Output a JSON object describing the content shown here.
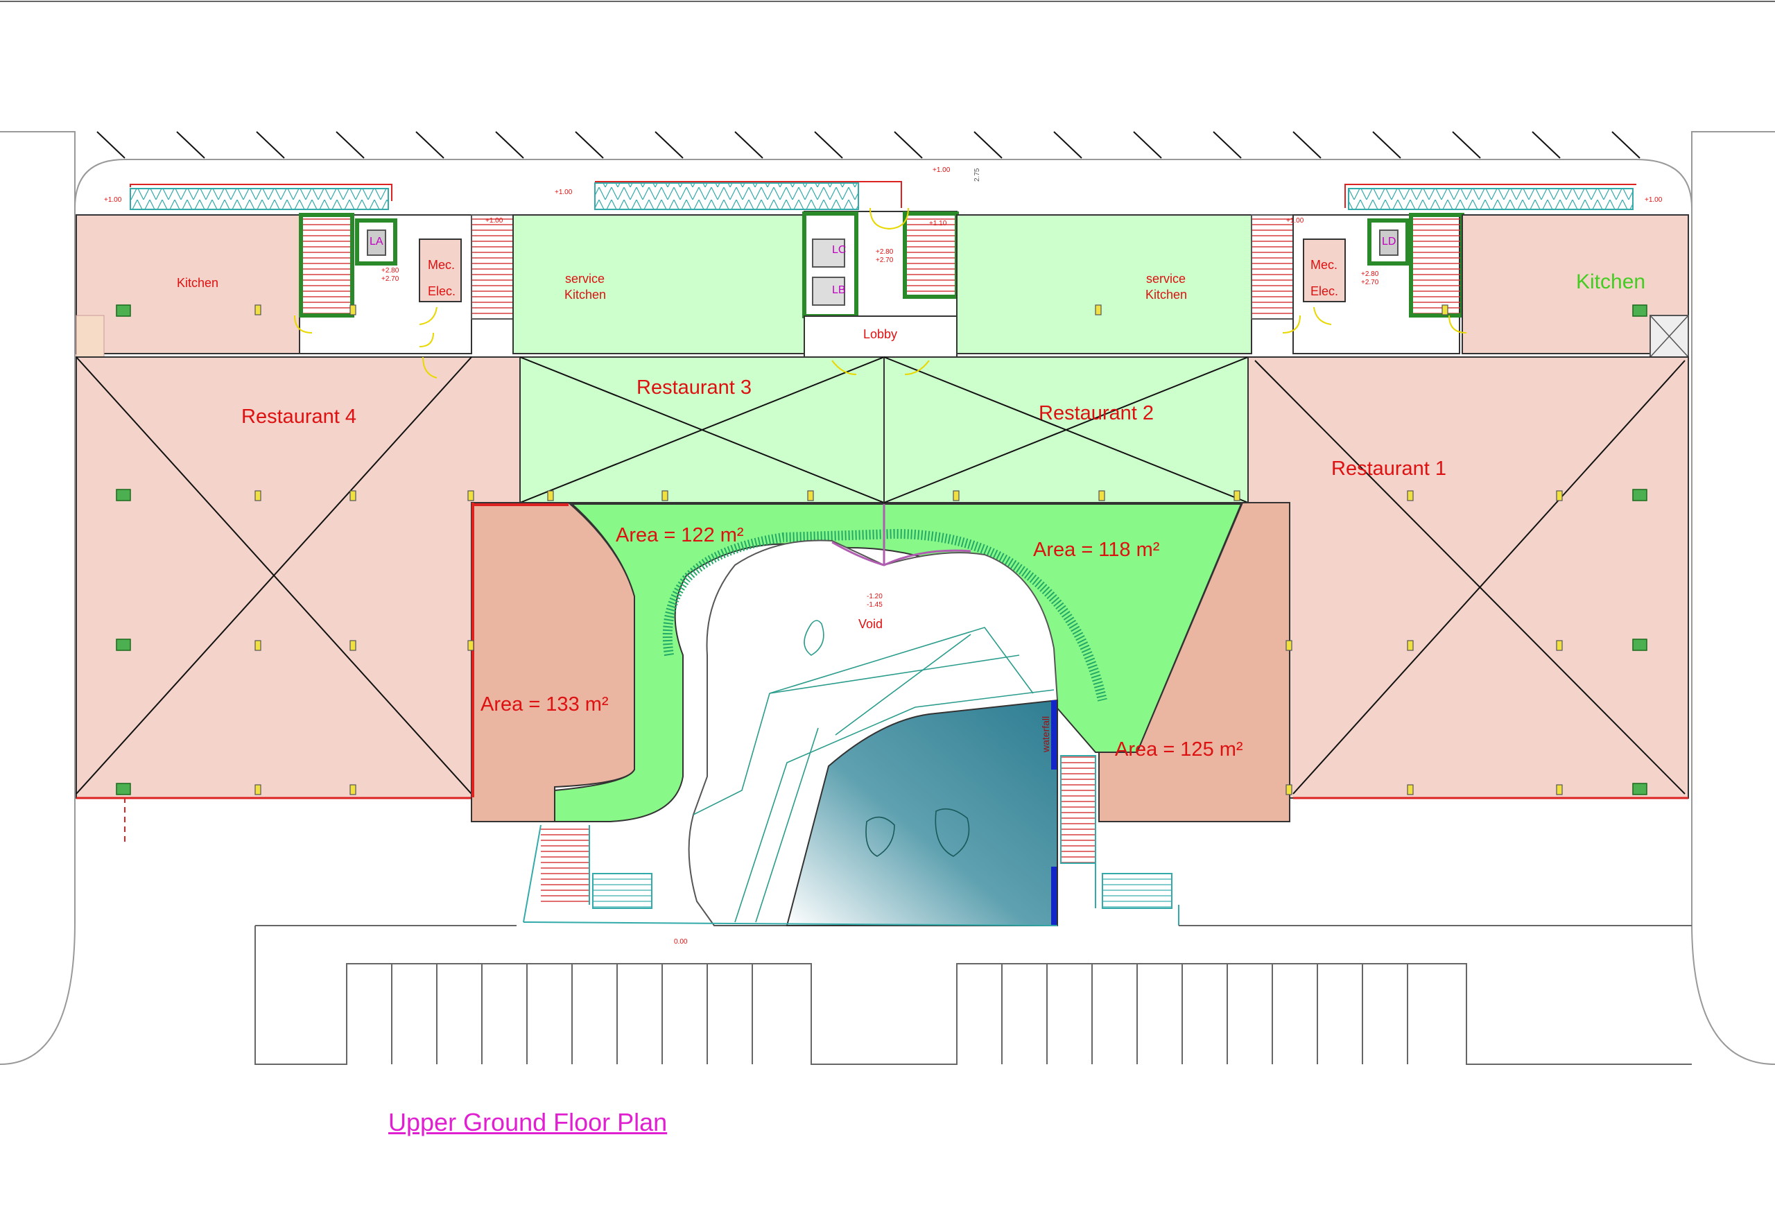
{
  "plan": {
    "title": "Upper Ground Floor Plan",
    "rooms": {
      "restaurant_1": "Restaurant 1",
      "restaurant_2": "Restaurant 2",
      "restaurant_3": "Restaurant 3",
      "restaurant_4": "Restaurant 4",
      "kitchen_left": "Kitchen",
      "kitchen_right": "Kitchen",
      "service_kitchen_left_1": "service",
      "service_kitchen_left_2": "Kitchen",
      "service_kitchen_right_1": "service",
      "service_kitchen_right_2": "Kitchen",
      "lobby": "Lobby",
      "void": "Void",
      "mec_left": "Mec.",
      "elec_left": "Elec.",
      "mec_right": "Mec.",
      "elec_right": "Elec.",
      "lift_a": "LA",
      "lift_b": "LB",
      "lift_c": "LC",
      "lift_d": "LD"
    },
    "areas": {
      "a122": "Area = 122 m²",
      "a118": "Area = 118 m²",
      "a133": "Area = 133 m²",
      "a125": "Area = 125 m²"
    },
    "levels": {
      "l1": "+1.00",
      "l2": "+1.00",
      "l3": "+1.00",
      "l4": "+1.00",
      "l5": "+1.00",
      "l6": "+1.00",
      "l7": "+2.80",
      "l8": "+2.70",
      "l9": "+2.80",
      "l10": "+2.70",
      "l11": "+2.80",
      "l12": "+2.70",
      "l13": "+1.10",
      "l14": "-1.20",
      "l15": "-1.45",
      "l16": "0.00",
      "dim": "2.75",
      "waterfall": "waterfall"
    },
    "colors": {
      "restaurant_pink": "#f4d4ca",
      "terrace_salmon": "#eab6a2",
      "restaurant_green": "#ccffcc",
      "terrace_green": "#88f888",
      "label_red": "#e00000",
      "label_green": "#44cc22",
      "title_magenta": "#e020d0",
      "water_blue": "#3f8a9c"
    }
  }
}
